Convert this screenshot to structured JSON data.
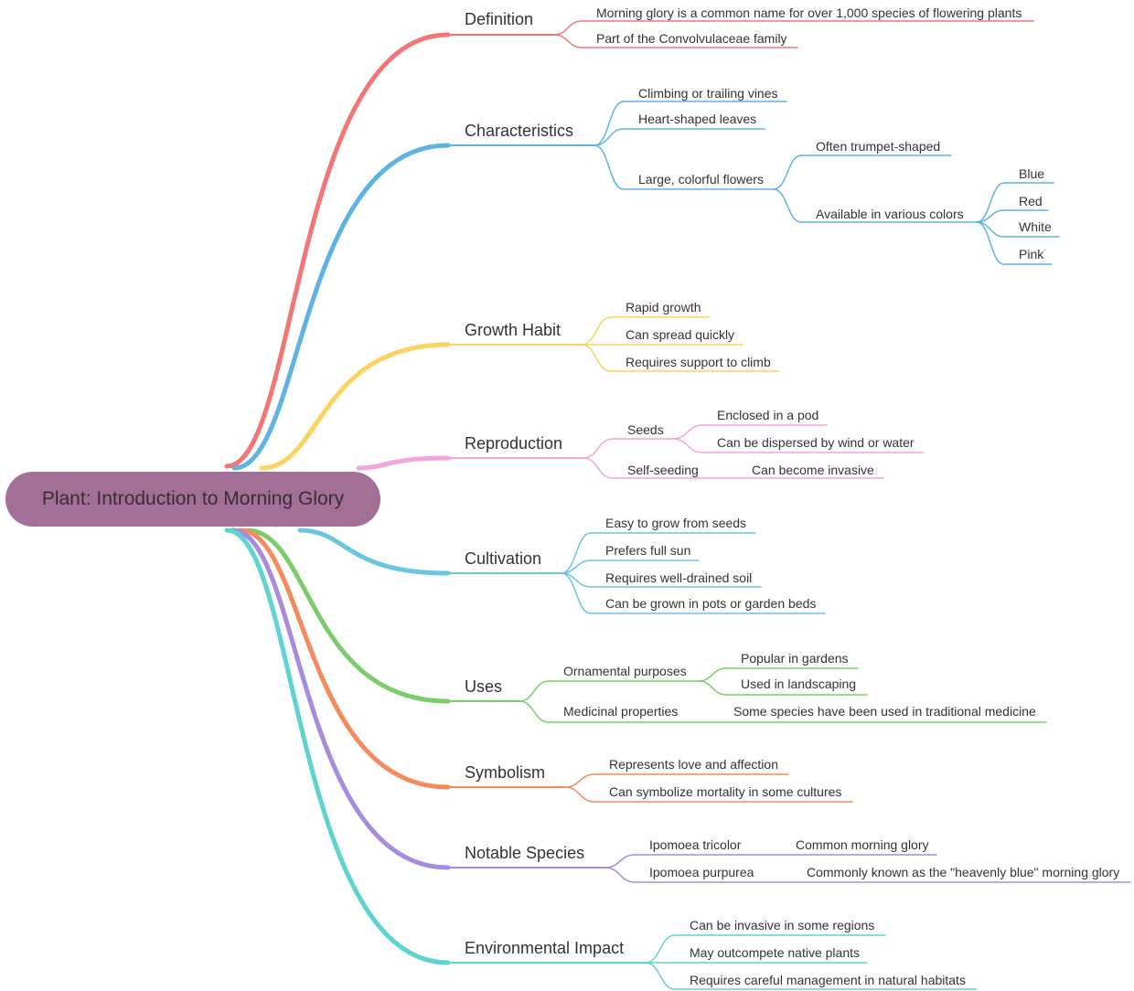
{
  "root": {
    "label": "Plant: Introduction to Morning Glory",
    "color": "#a26f96"
  },
  "branches": [
    {
      "label": "Definition",
      "color": "#f37677",
      "children": [
        {
          "label": "Morning glory is a common name for over 1,000 species of flowering plants"
        },
        {
          "label": "Part of the Convolvulaceae family"
        }
      ]
    },
    {
      "label": "Characteristics",
      "color": "#5db3e4",
      "children": [
        {
          "label": "Climbing or trailing vines"
        },
        {
          "label": "Heart-shaped leaves"
        },
        {
          "label": "Large, colorful flowers",
          "children": [
            {
              "label": "Often trumpet-shaped"
            },
            {
              "label": "Available in various colors",
              "children": [
                {
                  "label": "Blue"
                },
                {
                  "label": "Red"
                },
                {
                  "label": "White"
                },
                {
                  "label": "Pink"
                }
              ]
            }
          ]
        }
      ]
    },
    {
      "label": "Growth Habit",
      "color": "#fdd25e",
      "children": [
        {
          "label": "Rapid growth"
        },
        {
          "label": "Can spread quickly"
        },
        {
          "label": "Requires support to climb"
        }
      ]
    },
    {
      "label": "Reproduction",
      "color": "#f2a6dc",
      "children": [
        {
          "label": "Seeds",
          "children": [
            {
              "label": "Enclosed in a pod"
            },
            {
              "label": "Can be dispersed by wind or water"
            }
          ]
        },
        {
          "label": "Self-seeding",
          "children": [
            {
              "label": "Can become invasive"
            }
          ]
        }
      ]
    },
    {
      "label": "Cultivation",
      "color": "#69c5e0",
      "children": [
        {
          "label": "Easy to grow from seeds"
        },
        {
          "label": "Prefers full sun"
        },
        {
          "label": "Requires well-drained soil"
        },
        {
          "label": "Can be grown in pots or garden beds"
        }
      ]
    },
    {
      "label": "Uses",
      "color": "#7bcd6b",
      "children": [
        {
          "label": "Ornamental purposes",
          "children": [
            {
              "label": "Popular in gardens"
            },
            {
              "label": "Used in landscaping"
            }
          ]
        },
        {
          "label": "Medicinal properties",
          "children": [
            {
              "label": "Some species have been used in traditional medicine"
            }
          ]
        }
      ]
    },
    {
      "label": "Symbolism",
      "color": "#f58a5c",
      "children": [
        {
          "label": "Represents love and affection"
        },
        {
          "label": "Can symbolize mortality in some cultures"
        }
      ]
    },
    {
      "label": "Notable Species",
      "color": "#a68be0",
      "children": [
        {
          "label": "Ipomoea tricolor",
          "children": [
            {
              "label": "Common morning glory"
            }
          ]
        },
        {
          "label": "Ipomoea purpurea",
          "children": [
            {
              "label": "Commonly known as the \"heavenly blue\" morning glory"
            }
          ]
        }
      ]
    },
    {
      "label": "Environmental Impact",
      "color": "#5ed4d0",
      "children": [
        {
          "label": "Can be invasive in some regions"
        },
        {
          "label": "May outcompete native plants"
        },
        {
          "label": "Requires careful management in natural habitats"
        }
      ]
    }
  ]
}
